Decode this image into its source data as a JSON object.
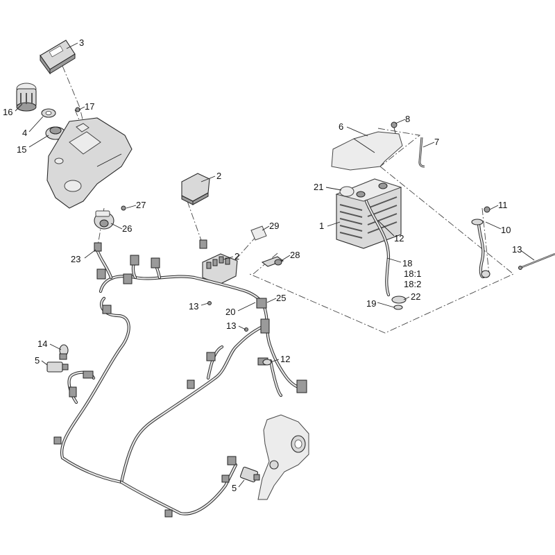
{
  "callouts": {
    "c1": "1",
    "c2a": "2",
    "c2b": "2",
    "c3": "3",
    "c4": "4",
    "c5a": "5",
    "c5b": "5",
    "c6": "6",
    "c7": "7",
    "c8": "8",
    "c10": "10",
    "c11": "11",
    "c12a": "12",
    "c12b": "12",
    "c13a": "13",
    "c13b": "13",
    "c13c": "13",
    "c14": "14",
    "c15": "15",
    "c16": "16",
    "c17": "17",
    "c18": "18",
    "c18_1": "18:1",
    "c18_2": "18:2",
    "c19": "19",
    "c20": "20",
    "c21": "21",
    "c22": "22",
    "c23": "23",
    "c25": "25",
    "c26": "26",
    "c27": "27",
    "c28": "28",
    "c29": "29"
  },
  "colors": {
    "line": "#2a2a2a",
    "part_fill": "#d9d9d9",
    "background": "#ffffff"
  }
}
